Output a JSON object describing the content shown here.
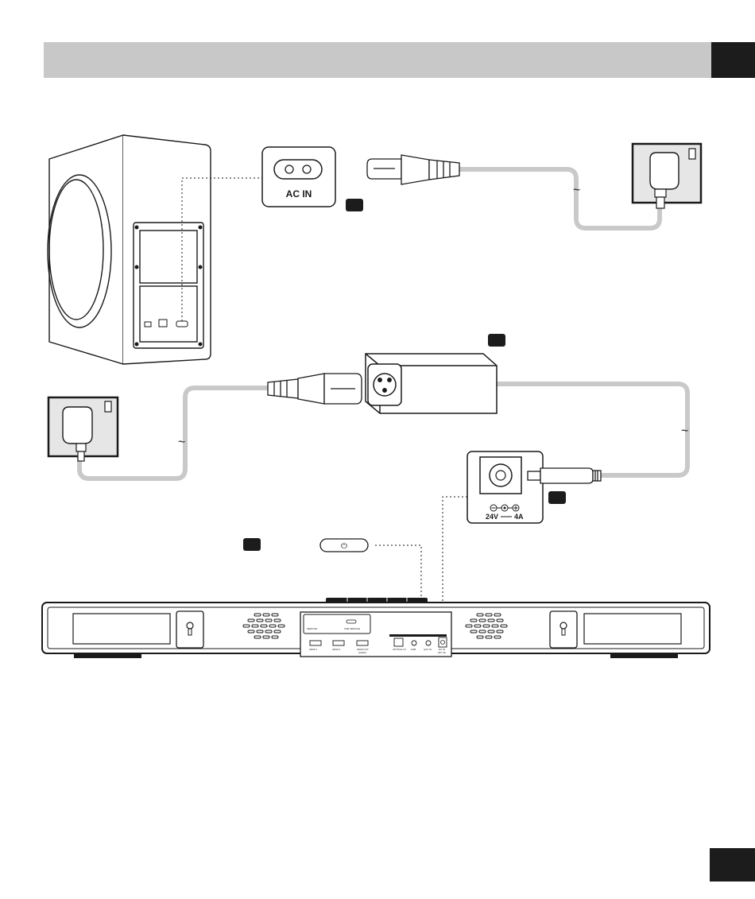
{
  "header": {
    "title": ""
  },
  "labels": {
    "ac_in": "AC IN",
    "voltage": "24V",
    "current": "4A",
    "tilde": "~",
    "power_symbol": "⏻"
  },
  "ports": {
    "hdmi_1": "HDMI 1",
    "hdmi_2": "HDMI 2",
    "hdmi_out": "HDMI OUT",
    "hdmi_out_sub": "(eARC)",
    "optical": "OPTICAL IN",
    "aux": "AUX IN",
    "usb": "USB",
    "dc_in": "DC IN",
    "dc_in_sub": "24V 4A",
    "service": "SERVICE",
    "usb_service": "USB SERVICE"
  },
  "colors": {
    "cable": "#c9c9c9",
    "line": "#1a1a1a",
    "wall_socket": "#e6e6e6",
    "badge": "#1c1c1c"
  }
}
